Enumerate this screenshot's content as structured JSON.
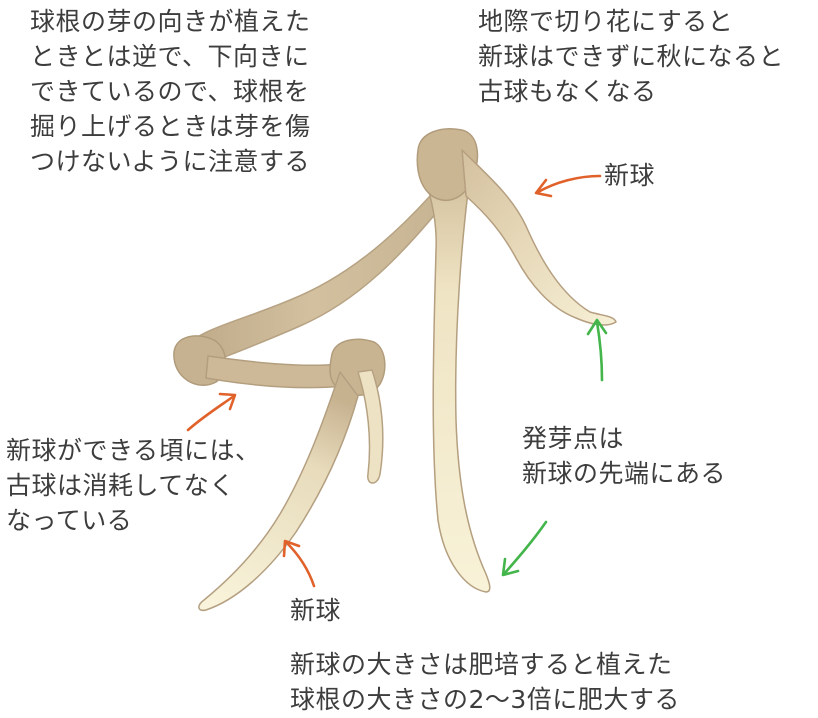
{
  "annotations": {
    "bulb_direction": {
      "lines": [
        "球根の芽の向きが植えた",
        "ときとは逆で、下向きに",
        "できているので、球根を",
        "掘り上げるときは芽を傷",
        "つけないように注意する"
      ]
    },
    "cut_at_ground": {
      "lines": [
        "地際で切り花にすると",
        "新球はできずに秋になると",
        "古球もなくなる"
      ]
    },
    "new_bulb_top": {
      "text": "新球"
    },
    "growing_point": {
      "lines": [
        "発芽点は",
        "新球の先端にある"
      ]
    },
    "old_bulb_consumed": {
      "lines": [
        "新球ができる頃には、",
        "古球は消耗してなく",
        "なっている"
      ]
    },
    "new_bulb_bottom": {
      "text": "新球"
    },
    "bulb_size": {
      "lines": [
        "新球の大きさは肥培すると植えた",
        "球根の大きさの2～3倍に肥大する"
      ]
    }
  },
  "colors": {
    "tuber_light": "#f6efcf",
    "tuber_tan": "#cdb896",
    "tuber_dark": "#b19c7c",
    "arrow_orange": "#e0622a",
    "arrow_green": "#43b54a",
    "text": "#3d3d3d"
  }
}
